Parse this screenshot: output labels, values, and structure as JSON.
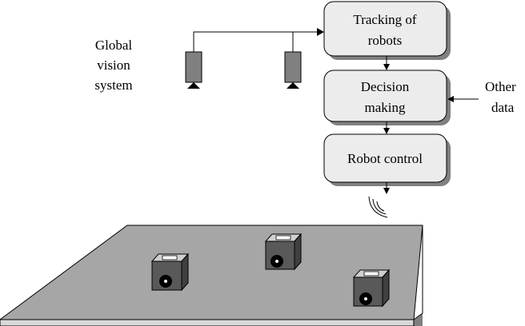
{
  "labels": {
    "global_vision": [
      "Global",
      "vision",
      "system"
    ],
    "other_data": [
      "Other",
      "data"
    ]
  },
  "boxes": {
    "tracking": [
      "Tracking of",
      "robots"
    ],
    "decision": [
      "Decision",
      "making"
    ],
    "control": [
      "Robot control"
    ]
  },
  "colors": {
    "box_fill": "#ececec",
    "box_shadow": "#808080",
    "table_top": "#a6a6a6",
    "robot_body": "#595959"
  }
}
